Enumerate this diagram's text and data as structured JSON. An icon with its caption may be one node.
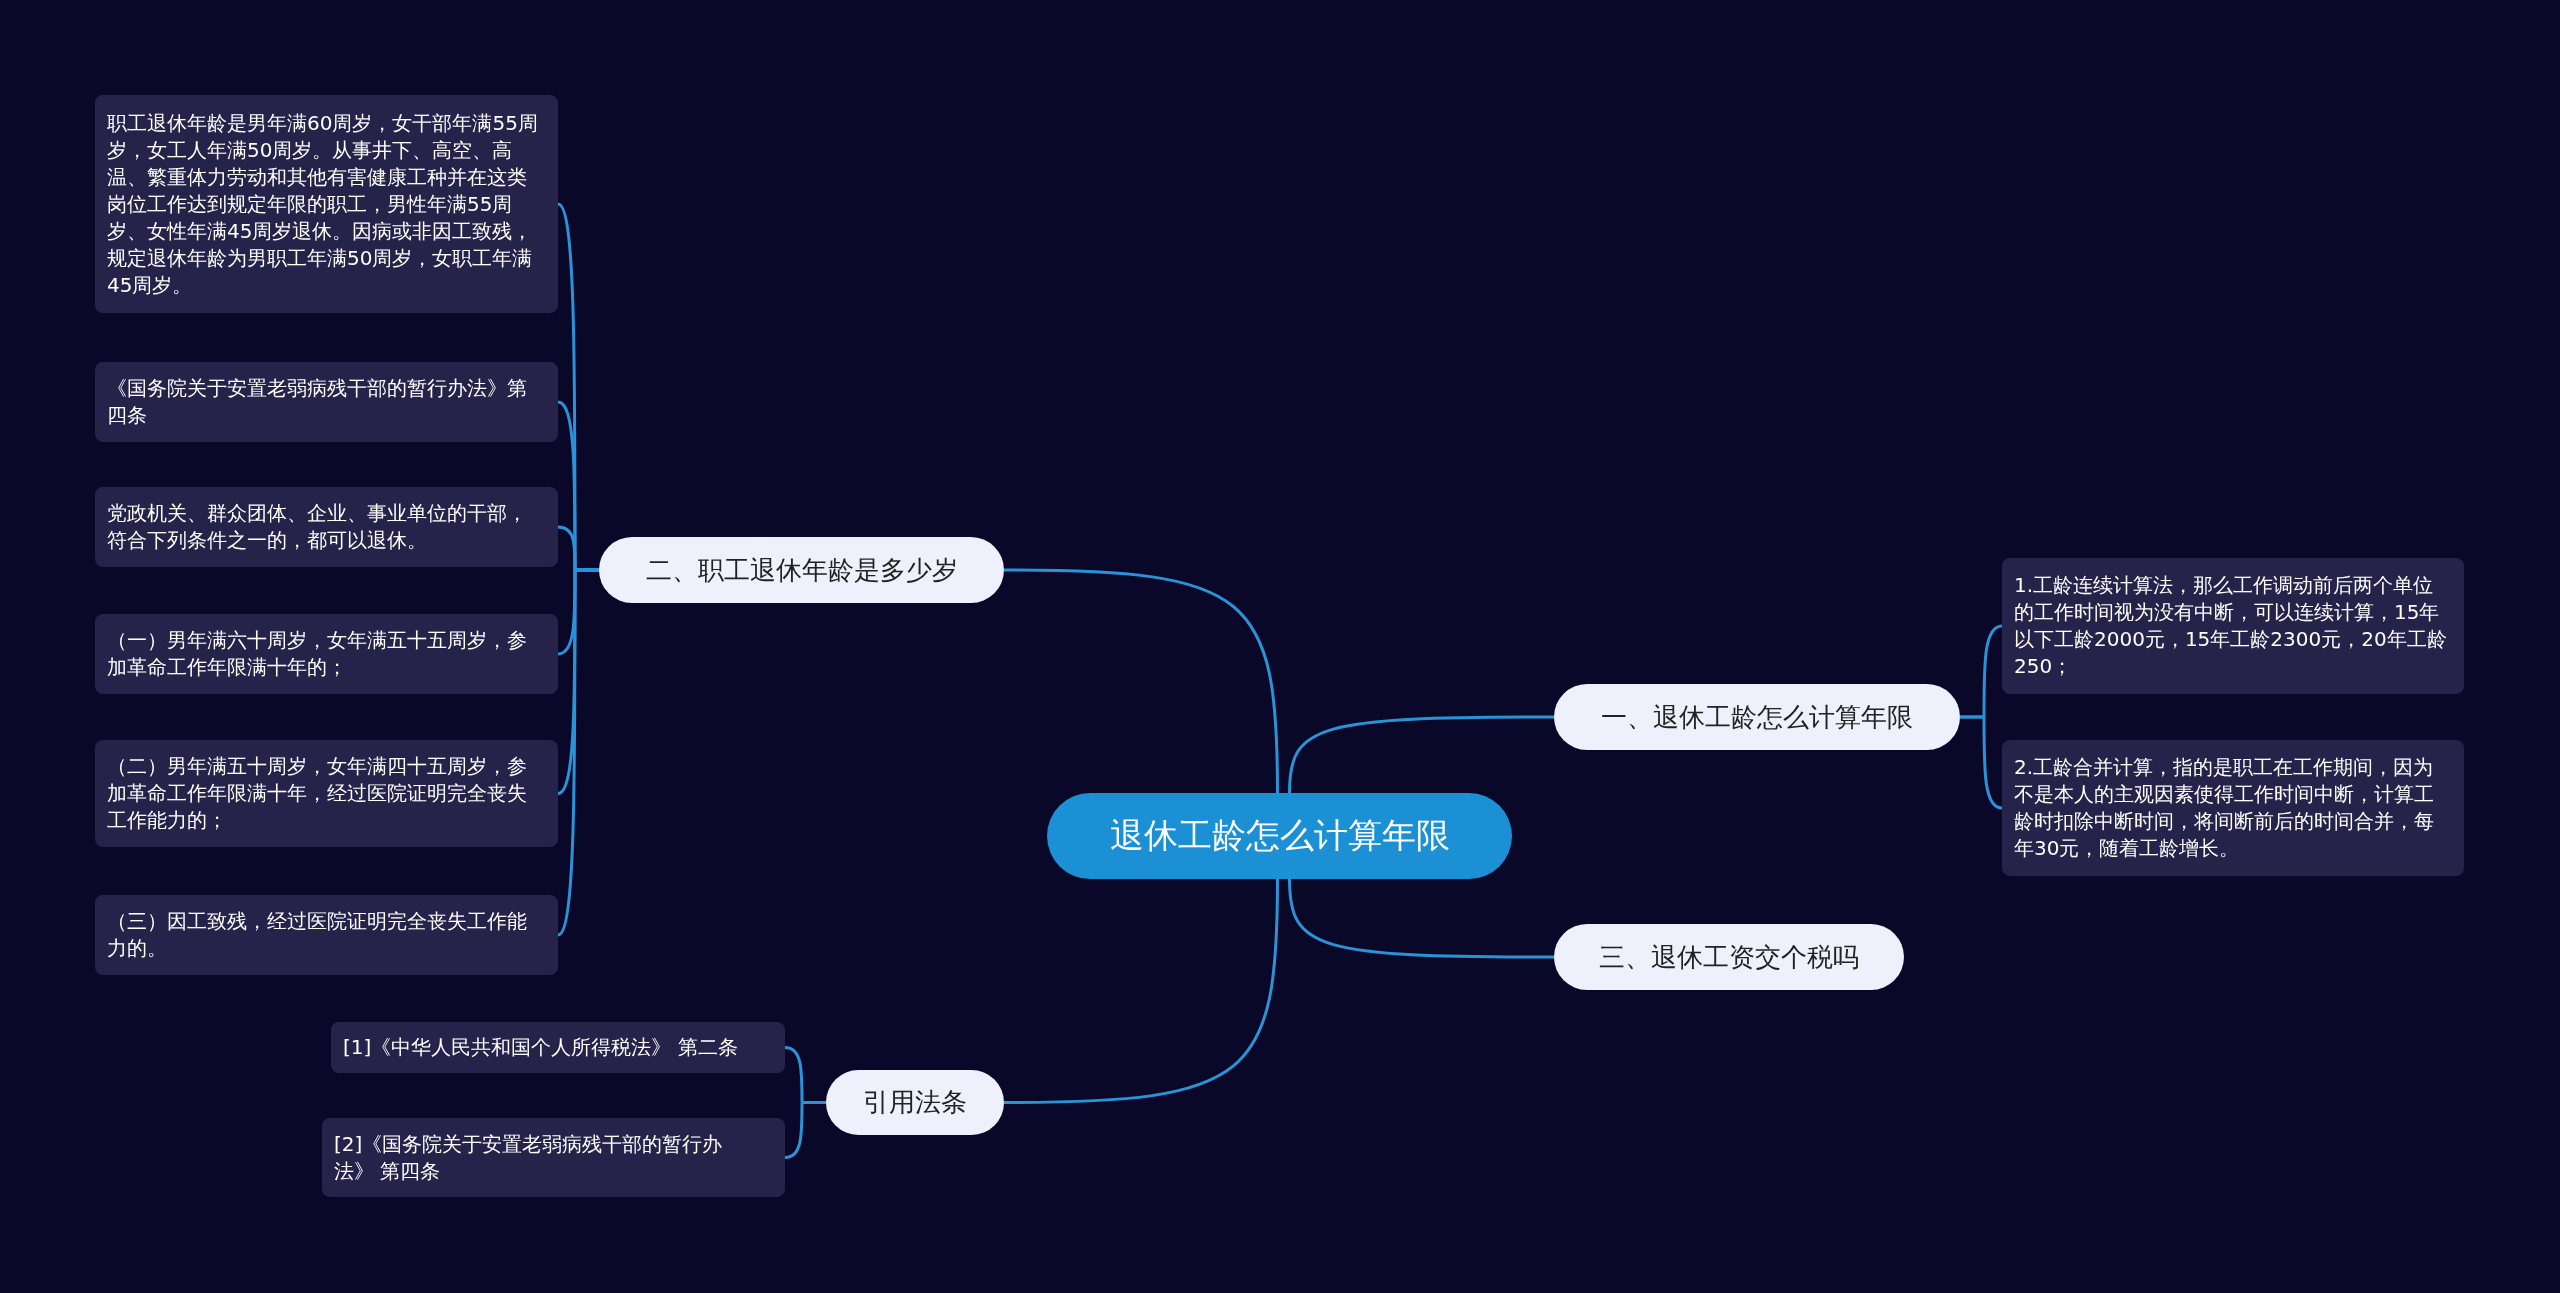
{
  "diagram": {
    "nodes": [
      {
        "text": [
          "退休工龄怎么计算年限"
        ]
      },
      {
        "text": [
          "一、退休工龄怎么计算年限"
        ]
      },
      {
        "text": [
          "1.工龄连续计算法，那么工作调动前后两个单位的工作时间视为没有中断，可以连续计算，15年以下工龄2000元，15年工龄2300元，20年工龄250；"
        ]
      },
      {
        "text": [
          "2.工龄合并计算，指的是职工在工作期间，因为不是本人的主观因素使得工作时间中断，计算工龄时扣除中断时间，将间断前后的时间合并，每年30元，随着工龄增长。"
        ]
      },
      {
        "text": [
          "二、职工退休年龄是多少岁"
        ]
      },
      {
        "text": [
          "职工退休年龄是男年满60周岁，女干部年满55周岁，女工人年满50周岁。从事井下、高空、高温、繁重体力劳动和其他有害健康工种并在这类岗位工作达到规定年限的职工，男性年满55周岁、女性年满45周岁退休。因病或非因工致残，规定退休年龄为男职工年满50周岁，女职工年满45周岁。"
        ]
      },
      {
        "text": [
          "《国务院关于安置老弱病残干部的暂行办法》第四条"
        ]
      },
      {
        "text": [
          "党政机关、群众团体、企业、事业单位的干部，符合下列条件之一的，都可以退休。"
        ]
      },
      {
        "text": [
          "（一）男年满六十周岁，女年满五十五周岁，参加革命工作年限满十年的；"
        ]
      },
      {
        "text": [
          "（二）男年满五十周岁，女年满四十五周岁，参加革命工作年限满十年，经过医院证明完全丧失工作能力的；"
        ]
      },
      {
        "text": [
          "（三）因工致残，经过医院证明完全丧失工作能力的。"
        ]
      },
      {
        "text": [
          "三、退休工资交个税吗"
        ]
      },
      {
        "text": [
          "引用法条"
        ]
      },
      {
        "text": [
          "[1]《中华人民共和国个人所得税法》 第二条"
        ]
      },
      {
        "text": [
          "[2]《国务院关于安置老弱病残干部的暂行办法》 第四条"
        ]
      }
    ],
    "edges": [
      {
        "from": 0,
        "to": 1,
        "arrow": "none"
      },
      {
        "from": 1,
        "to": 2,
        "arrow": "none"
      },
      {
        "from": 1,
        "to": 3,
        "arrow": "none"
      },
      {
        "from": 0,
        "to": 4,
        "arrow": "none"
      },
      {
        "from": 4,
        "to": 5,
        "arrow": "none"
      },
      {
        "from": 4,
        "to": 6,
        "arrow": "none"
      },
      {
        "from": 4,
        "to": 7,
        "arrow": "none"
      },
      {
        "from": 4,
        "to": 8,
        "arrow": "none"
      },
      {
        "from": 4,
        "to": 9,
        "arrow": "none"
      },
      {
        "from": 4,
        "to": 10,
        "arrow": "none"
      },
      {
        "from": 0,
        "to": 11,
        "arrow": "none"
      },
      {
        "from": 0,
        "to": 12,
        "arrow": "none"
      },
      {
        "from": 12,
        "to": 13,
        "arrow": "none"
      },
      {
        "from": 12,
        "to": 14,
        "arrow": "none"
      }
    ]
  }
}
